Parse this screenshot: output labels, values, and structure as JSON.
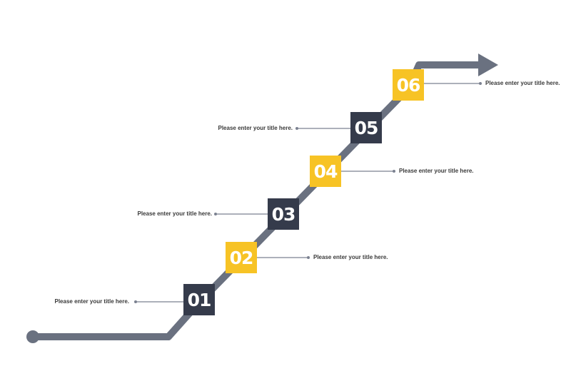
{
  "colors": {
    "path": "#6a7180",
    "dark_box": "#353b4b",
    "accent_box": "#f7c325",
    "leader": "#7b8190",
    "text": "#3a3a3a",
    "box_text": "#ffffff"
  },
  "steps": [
    {
      "number": "01",
      "label": "Please enter your title here.",
      "side": "left",
      "style": "dark"
    },
    {
      "number": "02",
      "label": "Please enter your title here.",
      "side": "right",
      "style": "yellow"
    },
    {
      "number": "03",
      "label": "Please enter your title here.",
      "side": "left",
      "style": "dark"
    },
    {
      "number": "04",
      "label": "Please enter your title here.",
      "side": "right",
      "style": "yellow"
    },
    {
      "number": "05",
      "label": "Please enter your title here.",
      "side": "left",
      "style": "dark"
    },
    {
      "number": "06",
      "label": "Please enter your title here.",
      "side": "right",
      "style": "yellow"
    }
  ],
  "icons": {
    "start": "start-dot-icon",
    "end": "arrow-head-icon"
  }
}
